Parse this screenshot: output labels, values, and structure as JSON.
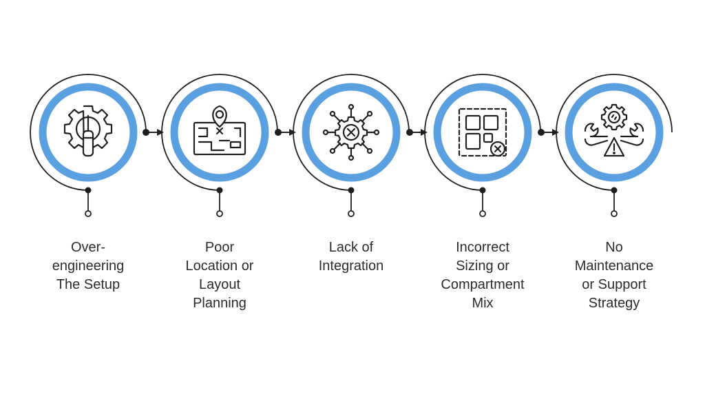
{
  "colors": {
    "accent": "#5aa0e0",
    "line": "#1f1f1f",
    "text": "#2b2b2b",
    "background": "#ffffff"
  },
  "steps": [
    {
      "label": "Over-\nengineering\nThe Setup",
      "icon": "gear-pen-icon"
    },
    {
      "label": "Poor\nLocation or\nLayout\nPlanning",
      "icon": "map-pin-floorplan-icon"
    },
    {
      "label": "Lack of\nIntegration",
      "icon": "network-gear-x-icon"
    },
    {
      "label": "Incorrect\nSizing or\nCompartment\nMix",
      "icon": "compartments-x-icon"
    },
    {
      "label": "No\nMaintenance\nor Support\nStrategy",
      "icon": "wrench-gear-warning-icon"
    }
  ]
}
